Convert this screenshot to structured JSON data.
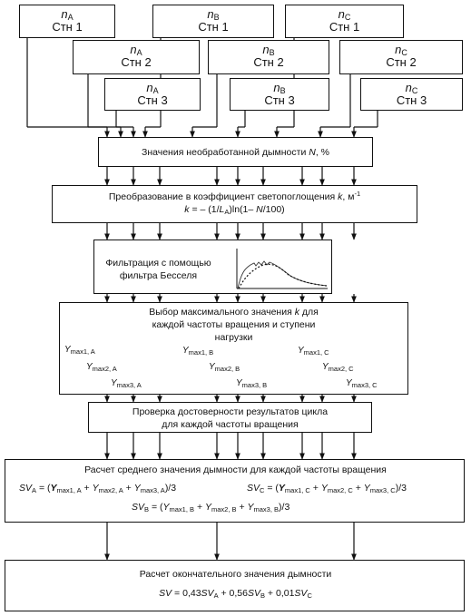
{
  "sources": [
    {
      "var": "n",
      "sub": "A",
      "label": "Стн 1"
    },
    {
      "var": "n",
      "sub": "B",
      "label": "Стн 1"
    },
    {
      "var": "n",
      "sub": "C",
      "label": "Стн 1"
    },
    {
      "var": "n",
      "sub": "A",
      "label": "Стн 2"
    },
    {
      "var": "n",
      "sub": "B",
      "label": "Стн 2"
    },
    {
      "var": "n",
      "sub": "C",
      "label": "Стн 2"
    },
    {
      "var": "n",
      "sub": "A",
      "label": "Стн 3"
    },
    {
      "var": "n",
      "sub": "B",
      "label": "Стн 3"
    },
    {
      "var": "n",
      "sub": "C",
      "label": "Стн 3"
    }
  ],
  "raw_smoke": {
    "text": "Значения необработанной дымности",
    "var": "N",
    "unit": ", %"
  },
  "conversion": {
    "text": "Преобразование в коэффициент светопоглощения",
    "var": "k",
    "unit": ", м",
    "unit_exp": "-1",
    "formula_left": "k",
    "formula_mid1": " = – (1/",
    "formula_L": "L",
    "formula_L_sub": "A",
    "formula_mid2": ")ln(1– ",
    "formula_N": "N",
    "formula_end": "/100)"
  },
  "filter": {
    "line1": "Фильтрация с помощью",
    "line2": "фильтра Бесселя"
  },
  "selection": {
    "line1_a": "Выбор максимального значения ",
    "line1_k": "k",
    "line1_b": " для",
    "line2": "каждой частоты вращения и ступени",
    "line3": "нагрузки",
    "y_labels": [
      {
        "v": "Y",
        "s": "max1, A"
      },
      {
        "v": "Y",
        "s": "max2, A"
      },
      {
        "v": "Y",
        "s": "max3, A"
      },
      {
        "v": "Y",
        "s": "max1, B"
      },
      {
        "v": "Y",
        "s": "max2, B"
      },
      {
        "v": "Y",
        "s": "max3, B"
      },
      {
        "v": "Y",
        "s": "max1, C"
      },
      {
        "v": "Y",
        "s": "max2, C"
      },
      {
        "v": "Y",
        "s": "max3, C"
      }
    ]
  },
  "validation": {
    "line1": "Проверка достоверности результатов цикла",
    "line2": "для каждой частоты вращения"
  },
  "average": {
    "title": "Расчет среднего значения дымности для каждой частоты вращения",
    "sva": {
      "lhs": "SV",
      "lhs_sub": "A",
      "eq": " = (",
      "t1": "Y",
      "t1s": "max1, A",
      "p1": " + ",
      "t2": "Y",
      "t2s": "max2, A",
      "p2": " + ",
      "t3": "Y",
      "t3s": "max3, A",
      "end": ")/3"
    },
    "svc": {
      "lhs": "SV",
      "lhs_sub": "C",
      "eq": " = (",
      "t1": "Y",
      "t1s": "max1, C",
      "p1": " + ",
      "t2": "Y",
      "t2s": "max2, C",
      "p2": " + ",
      "t3": "Y",
      "t3s": "max3, C",
      "end": ")/3"
    },
    "svb": {
      "lhs": "SV",
      "lhs_sub": "B",
      "eq": " = (",
      "t1": "Y",
      "t1s": "max1, B",
      "p1": " + ",
      "t2": "Y",
      "t2s": "max2, B",
      "p2": " + ",
      "t3": "Y",
      "t3s": "max3, B",
      "end": ")/3"
    }
  },
  "final": {
    "title": "Расчет окончательного значения дымности",
    "lhs": "SV",
    "eq": " = 0,43",
    "a": "SV",
    "a_sub": "A",
    "plus1": " + 0,56",
    "b": "SV",
    "b_sub": "B",
    "plus2": " + 0,01",
    "c": "SV",
    "c_sub": "C"
  }
}
